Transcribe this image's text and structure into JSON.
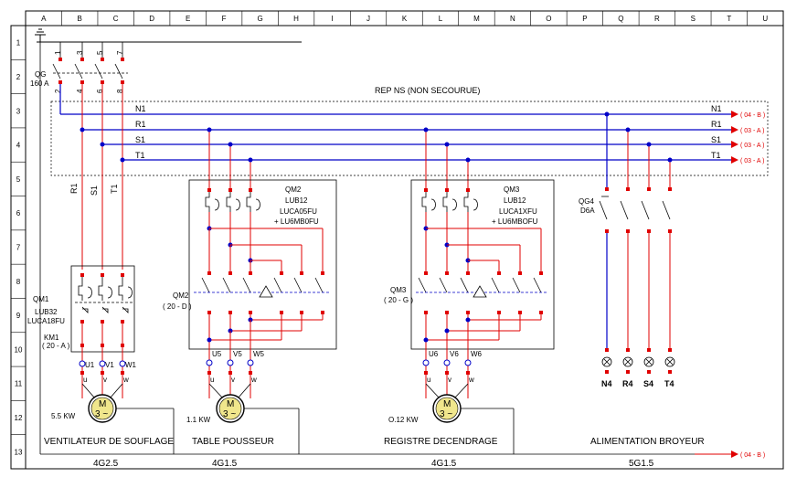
{
  "grid": {
    "columns": [
      "A",
      "B",
      "C",
      "D",
      "E",
      "F",
      "G",
      "H",
      "I",
      "J",
      "K",
      "L",
      "M",
      "N",
      "O",
      "P",
      "Q",
      "R",
      "S",
      "T",
      "U"
    ],
    "rows": [
      "1",
      "2",
      "3",
      "4",
      "5",
      "6",
      "7",
      "8",
      "9",
      "10",
      "11",
      "12",
      "13"
    ]
  },
  "main_breaker": {
    "name": "QG",
    "rating": "160 A",
    "top_terminals": [
      "1",
      "3",
      "5",
      "7"
    ],
    "bottom_terminals": [
      "2",
      "4",
      "6",
      "8"
    ]
  },
  "bus": {
    "title": "REP NS (NON SECOURUE)",
    "lines": [
      {
        "name": "N1",
        "ref": "( 04 - B )",
        "color": "#0000c8"
      },
      {
        "name": "R1",
        "ref": "( 03 - A )",
        "color": "#e00000"
      },
      {
        "name": "S1",
        "ref": "( 03 - A )",
        "color": "#e00000"
      },
      {
        "name": "T1",
        "ref": "( 03 - A )",
        "color": "#e00000"
      }
    ],
    "drop_labels": [
      "R1",
      "S1",
      "T1"
    ]
  },
  "qm1": {
    "name": "QM1",
    "line1": "LUB32",
    "line2": "LUCA18FU",
    "contactor": "KM1",
    "contactor_ref": "( 20 - A )",
    "terminals": [
      "U1",
      "V1",
      "W1"
    ],
    "motor_power": "5.5 KW"
  },
  "qm2": {
    "name": "QM2",
    "line1": "LUB12",
    "line2": "LUCA05FU",
    "line3": "+ LU6MB0FU",
    "ref_name": "QM2",
    "ref": "( 20 - D )",
    "terminals": [
      "U5",
      "V5",
      "W5"
    ],
    "motor_power": "1.1 KW"
  },
  "qm3": {
    "name": "QM3",
    "line1": "LUB12",
    "line2": "LUCA1XFU",
    "line3": "+ LU6MBOFU",
    "ref_name": "QM3",
    "ref": "( 20 - G )",
    "terminals": [
      "U6",
      "V6",
      "W6"
    ],
    "motor_power": "O.12 KW"
  },
  "qg4": {
    "name": "QG4",
    "rating": "D6A",
    "outputs": [
      "N4",
      "R4",
      "S4",
      "T4"
    ]
  },
  "motor_symbol": {
    "letter": "M",
    "phase": "3 ~"
  },
  "uvw": [
    "u",
    "v",
    "w"
  ],
  "circuits": [
    {
      "title": "VENTILATEUR DE SOUFLAGE",
      "cable": "4G2.5"
    },
    {
      "title": "TABLE POUSSEUR",
      "cable": "4G1.5"
    },
    {
      "title": "REGISTRE DECENDRAGE",
      "cable": "4G1.5"
    },
    {
      "title": "ALIMENTATION BROYEUR",
      "cable": "5G1.5"
    }
  ],
  "bottom_ref": "( 04 - B )"
}
